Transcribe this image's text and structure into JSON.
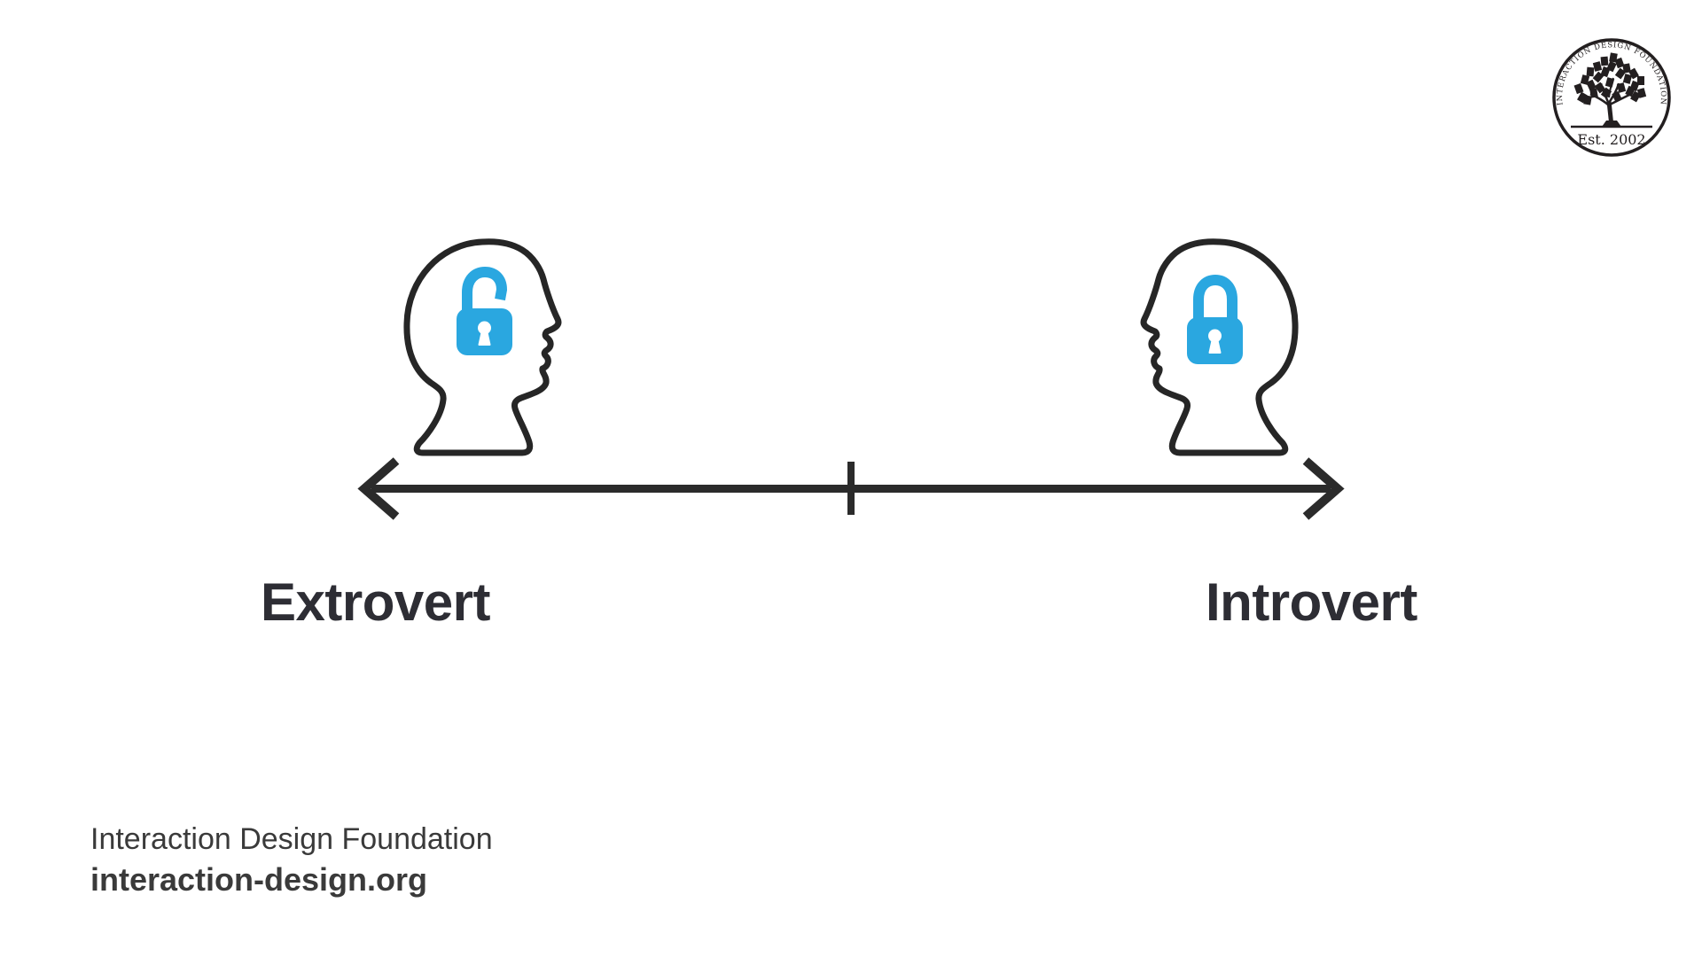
{
  "diagram": {
    "spectrum": {
      "left": {
        "label": "Extrovert",
        "icon": "head-profile-with-unlocked-padlock"
      },
      "right": {
        "label": "Introvert",
        "icon": "head-profile-with-locked-padlock"
      },
      "axis": {
        "style": "double-headed-arrow",
        "center_tick": true
      }
    }
  },
  "footer": {
    "org": "Interaction Design Foundation",
    "website": "interaction-design.org"
  },
  "logo": {
    "arc_text": "INTERACTION DESIGN FOUNDATION",
    "est_text": "Est. 2002"
  },
  "colors": {
    "background": "#ffffff",
    "ink": "#262626",
    "arrow": "#2b2b2b",
    "accent_blue": "#2aa7e0",
    "label_text": "#2d2d34",
    "footer_text": "#3a3a3a",
    "logo_ink": "#231f20"
  }
}
